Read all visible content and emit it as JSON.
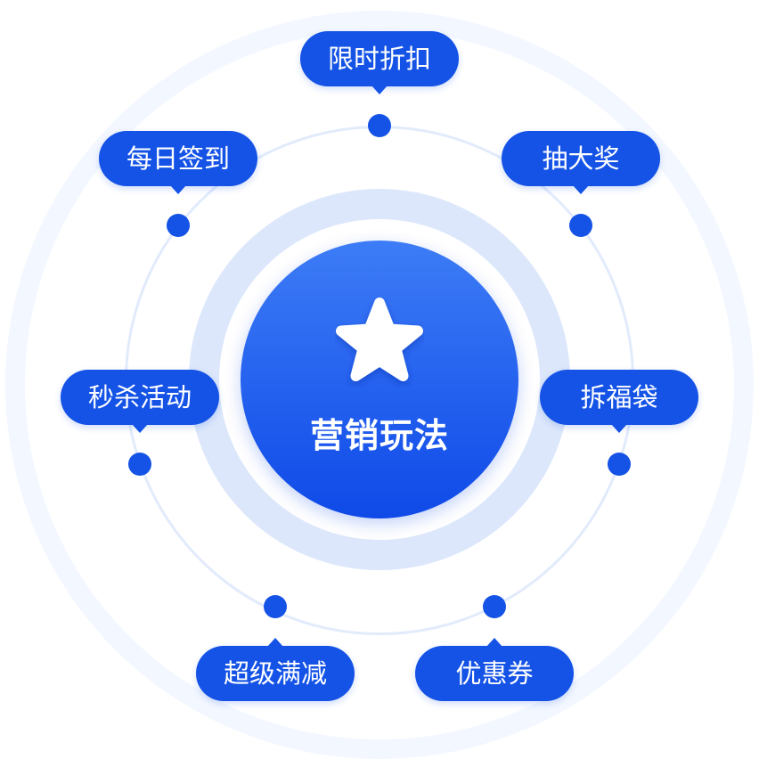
{
  "center": {
    "title": "营销玩法",
    "icon": "star-icon"
  },
  "nodes": [
    {
      "id": "limited-discount",
      "label": "限时折扣"
    },
    {
      "id": "lucky-draw",
      "label": "抽大奖"
    },
    {
      "id": "lucky-bag",
      "label": "拆福袋"
    },
    {
      "id": "coupon",
      "label": "优惠券"
    },
    {
      "id": "full-reduction",
      "label": "超级满减"
    },
    {
      "id": "flash-sale",
      "label": "秒杀活动"
    },
    {
      "id": "daily-checkin",
      "label": "每日签到"
    }
  ],
  "colors": {
    "accent": "#1453e6",
    "hub_top": "#3d7cf6",
    "hub_bottom": "#0f4ae8",
    "halo": "#dce7fb",
    "orbit": "#e2ebfc",
    "background_ring": "#f3f7ff"
  }
}
